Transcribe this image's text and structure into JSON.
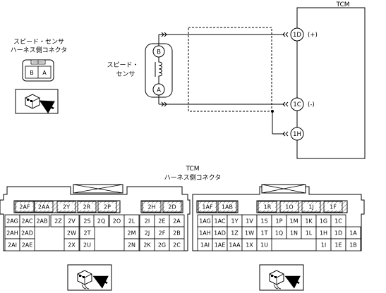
{
  "tcm_title": "TCM",
  "sensor_connector_label": [
    "スピード・センサ",
    "ハーネス側コネクタ"
  ],
  "sensor_connector_pins": [
    "B",
    "A"
  ],
  "speed_sensor_label": [
    "スピード・",
    "センサ"
  ],
  "sensor_terminals": [
    "B",
    "A"
  ],
  "tcm_terminals": [
    {
      "id": "1D",
      "sign": "(+)"
    },
    {
      "id": "1C",
      "sign": "(-)"
    },
    {
      "id": "1H",
      "sign": ""
    }
  ],
  "tcm_connector_label": [
    "TCM",
    "ハーネス側コネクタ"
  ],
  "left_connector_rows": [
    [
      "2AF",
      "2AA",
      "2Y",
      "2R",
      "2P",
      "",
      "2H",
      "2D"
    ],
    [
      "2AG",
      "2AC",
      "2AB",
      "2Z",
      "2V",
      "2S",
      "2Q",
      "2O",
      "2L",
      "2I",
      "2E",
      "2A"
    ],
    [
      "2AH",
      "2AD",
      "2W",
      "2T",
      "2M",
      "2J",
      "2F",
      "2B"
    ],
    [
      "2AI",
      "2AE",
      "2X",
      "2U",
      "2N",
      "2K",
      "2G",
      "2C"
    ]
  ],
  "right_connector_rows": [
    [
      "1AF",
      "1AB",
      "1R",
      "1O",
      "1J",
      "1F"
    ],
    [
      "1AG",
      "1AC",
      "1Y",
      "1V",
      "1S",
      "1P",
      "1M",
      "1K",
      "1G",
      "1C"
    ],
    [
      "1AH",
      "1AD",
      "1Z",
      "1W",
      "1T",
      "1Q",
      "1N",
      "1L",
      "1H",
      "1D",
      "1A"
    ],
    [
      "1AI",
      "1AE",
      "1AA",
      "1X",
      "1U",
      "1I",
      "1E",
      "1B"
    ]
  ]
}
